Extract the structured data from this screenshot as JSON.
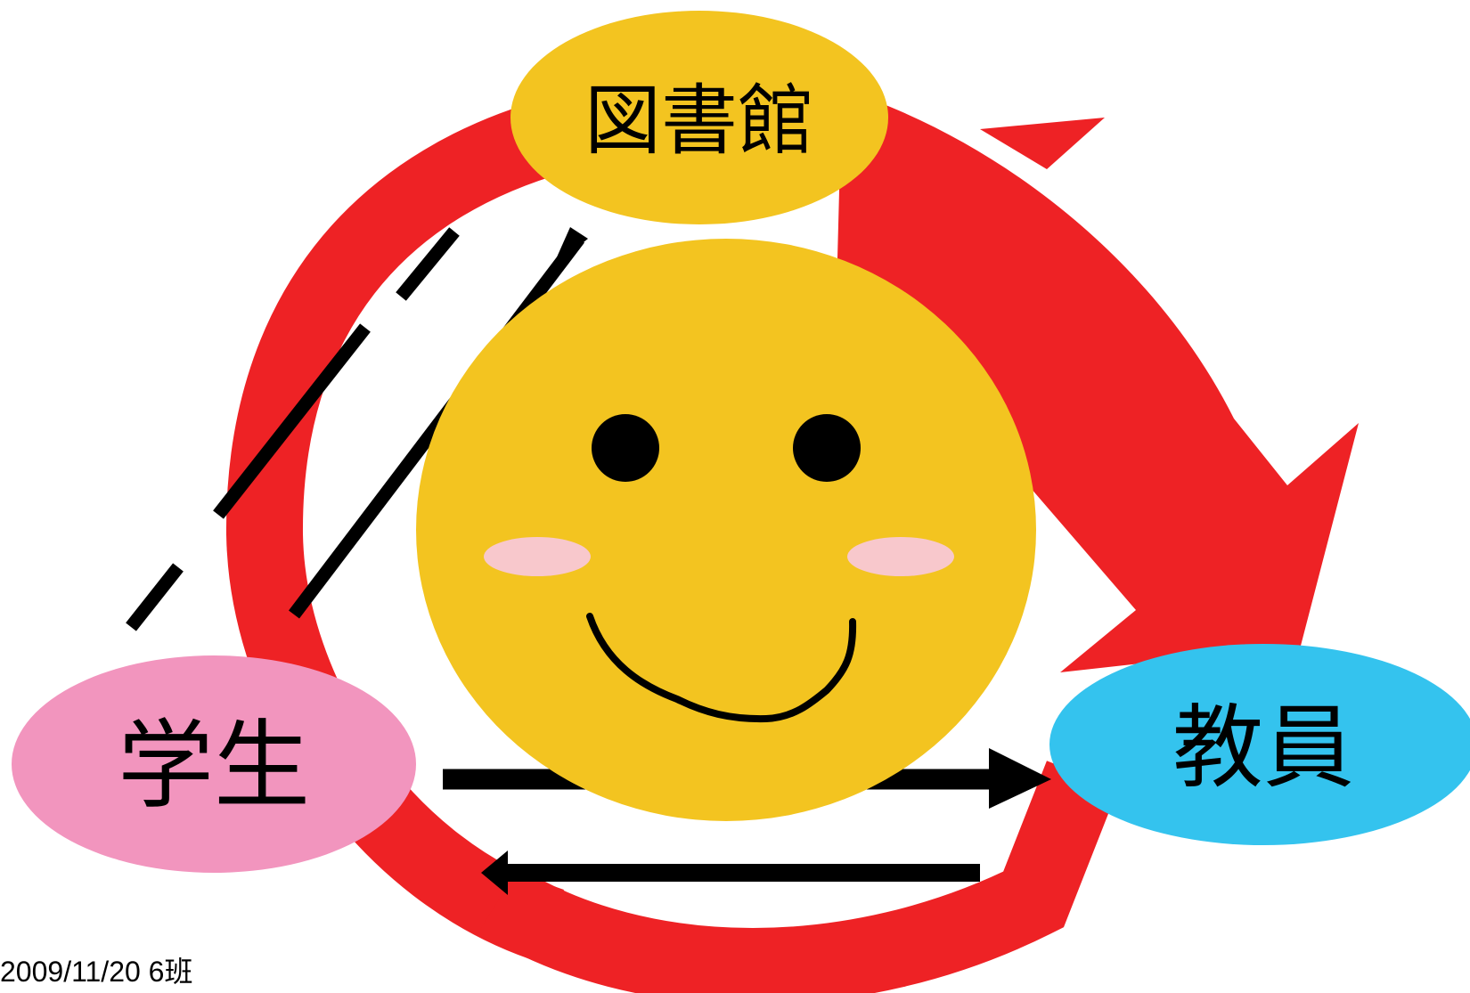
{
  "nodes": {
    "library": {
      "label": "図書館",
      "color": "#F3C420"
    },
    "student": {
      "label": "学生",
      "color": "#F295BE"
    },
    "teacher": {
      "label": "教員",
      "color": "#34C3EE"
    }
  },
  "center_face": {
    "face_color": "#F3C420",
    "cheek_color": "#F8C8CC",
    "feature_color": "#000000"
  },
  "cycle_arrow": {
    "color": "#EE2225"
  },
  "arrow_color": "#000000",
  "footer": {
    "text": "2009/11/20 6班"
  }
}
